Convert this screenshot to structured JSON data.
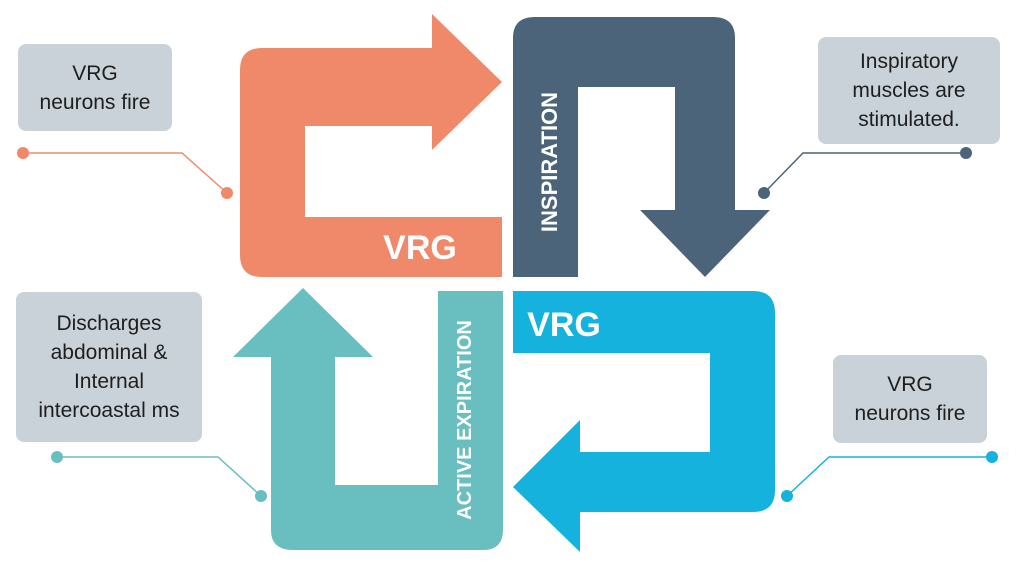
{
  "colors": {
    "salmon": "#f0896a",
    "slate": "#4b6479",
    "cyan": "#14b2dd",
    "teal": "#69bec0",
    "callout_bg": "#c9d2d8",
    "text_dark": "#1e1e1e"
  },
  "arrows": {
    "top_left": {
      "label": "VRG"
    },
    "top_right": {
      "label": "INSPIRATION"
    },
    "bottom_right": {
      "label": "VRG"
    },
    "bottom_left": {
      "label": "ACTIVE EXPIRATION"
    }
  },
  "callouts": {
    "top_left": "VRG\nneurons fire",
    "top_right": "Inspiratory\nmuscles are\nstimulated.",
    "bottom_left": "Discharges\nabdominal &\nInternal\nintercoastal ms",
    "bottom_right": "VRG\nneurons fire"
  }
}
